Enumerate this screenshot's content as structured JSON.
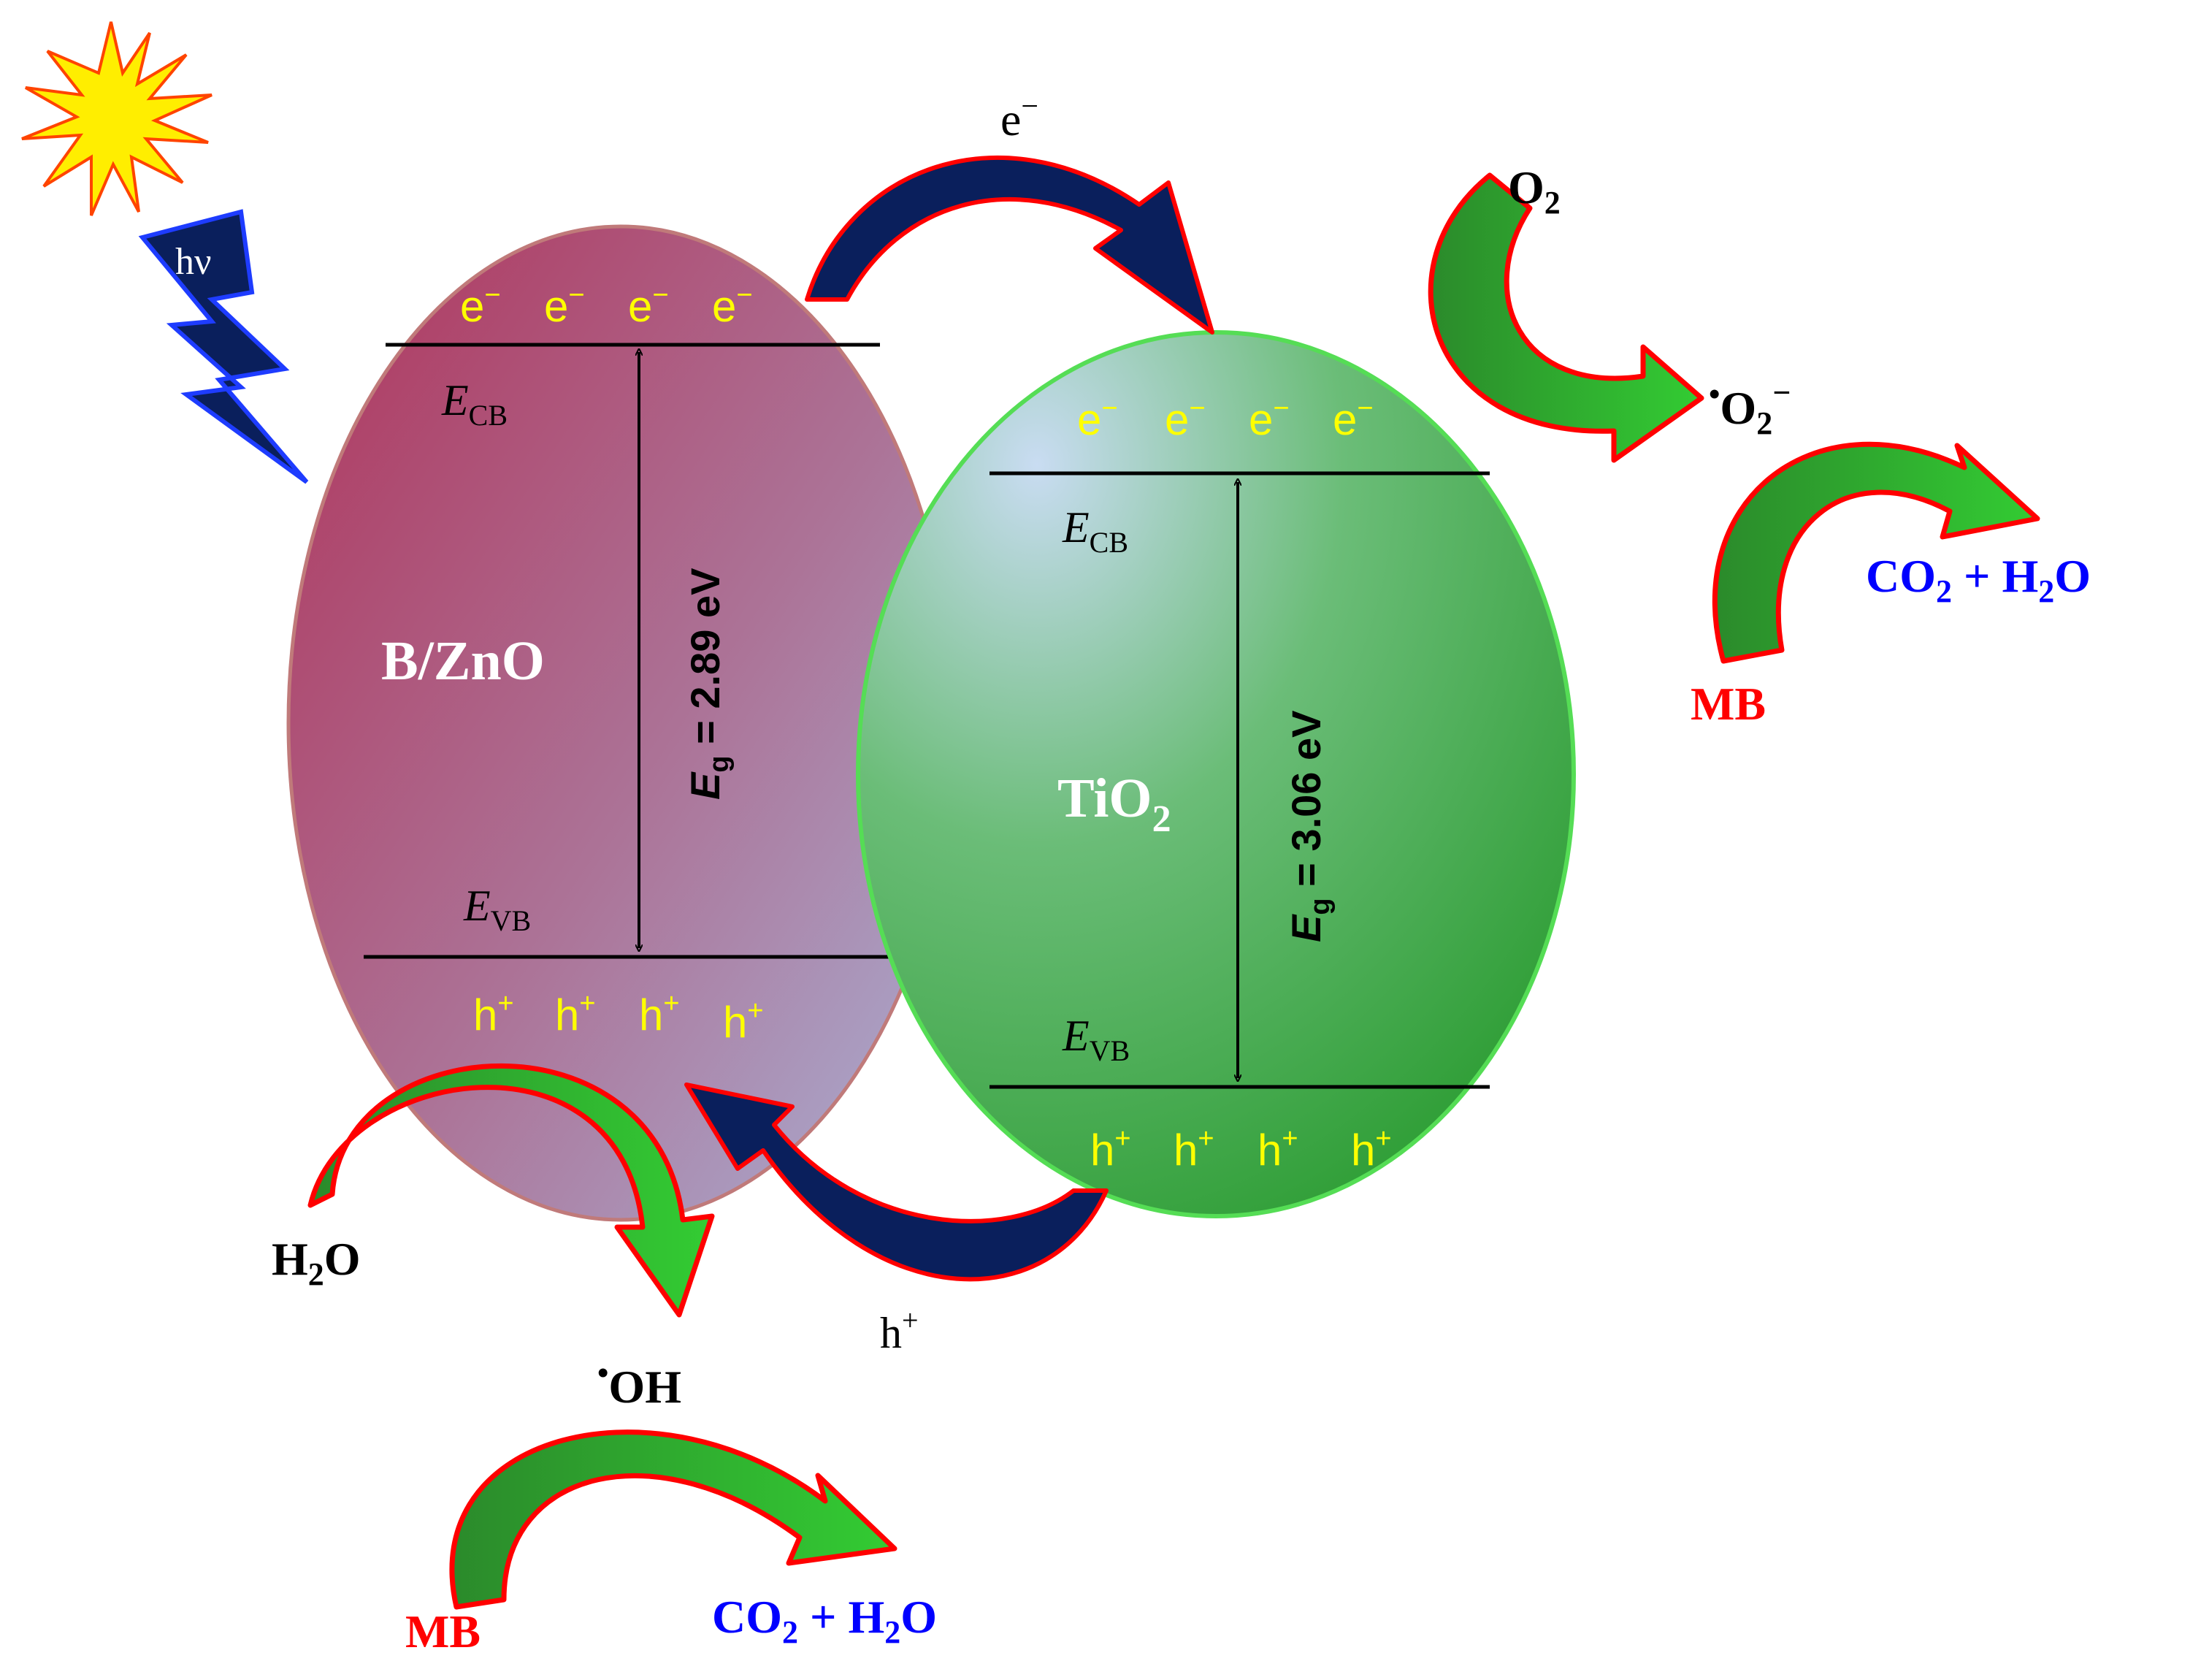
{
  "light": {
    "label": "hν",
    "icons": [
      "sun-icon",
      "lightning-bolt-icon"
    ]
  },
  "left_semiconductor": {
    "name": "B/ZnO",
    "cb_label": "E",
    "cb_sub": "CB",
    "vb_label": "E",
    "vb_sub": "VB",
    "gap_prefix": "E",
    "gap_sub": "g",
    "gap_value": " = 2.89 eV",
    "electron": "e",
    "electron_sup": "−",
    "hole": "h",
    "hole_sup": "+",
    "color_top": "#b0335a",
    "color_bottom": "#a9a9c9"
  },
  "right_semiconductor": {
    "name": "TiO",
    "name_sub": "2",
    "cb_label": "E",
    "cb_sub": "CB",
    "vb_label": "E",
    "vb_sub": "VB",
    "gap_prefix": "E",
    "gap_sub": "g",
    "gap_value": " = 3.06 eV",
    "electron": "e",
    "electron_sup": "−",
    "hole": "h",
    "hole_sup": "+",
    "color_light": "#c9dcf2",
    "color_dark": "#2f9e36"
  },
  "transfer": {
    "electron_label": "e",
    "electron_sup": "−",
    "hole_label": "h",
    "hole_sup": "+"
  },
  "reactions": {
    "o2": "O",
    "o2_sub": "2",
    "superoxide_dot": "•",
    "superoxide": "O",
    "superoxide_sub": "2",
    "superoxide_sup": "−",
    "h2o_pre": "H",
    "h2o_sub": "2",
    "h2o_post": "O",
    "hydroxyl_dot": "•",
    "hydroxyl": "OH",
    "mb": "MB",
    "product_pre": "CO",
    "product_sub1": "2",
    "product_mid": " + H",
    "product_sub2": "2",
    "product_post": "O"
  },
  "colors": {
    "electron_text": "#ffff00",
    "mb": "#ff0000",
    "products": "#0000ff",
    "arrow_green": "#33cc33",
    "arrow_outline": "#ff0000",
    "transfer_arrow": "#0a1f5c"
  }
}
